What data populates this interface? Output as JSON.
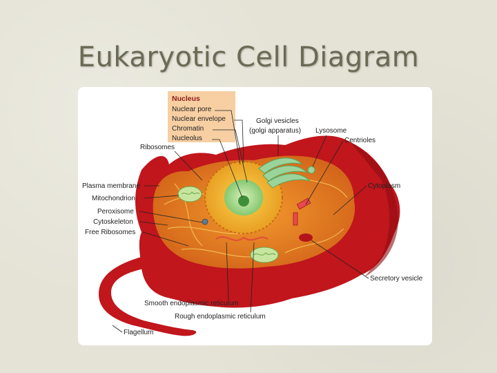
{
  "slide": {
    "title": "Eukaryotic Cell Diagram"
  },
  "diagram": {
    "nucleus_box": {
      "heading": "Nucleus",
      "items": [
        "Nuclear pore",
        "Nuclear envelope",
        "Chromatin",
        "Nucleolus"
      ]
    },
    "labels": {
      "ribosomes": "Ribosomes",
      "golgi_vesicles": "Golgi vesicles",
      "golgi_apparatus": "(golgi apparatus)",
      "lysosome": "Lysosome",
      "centrioles": "Centrioles",
      "plasma_membrane": "Plasma membrane",
      "mitochondrion": "Mitochondrion",
      "peroxisome": "Peroxisome",
      "cytoskeleton": "Cytoskeleton",
      "free_ribosomes": "Free Ribosomes",
      "cytoplasm": "Cytoplasm",
      "secretory_vesicle": "Secretory vesicle",
      "smooth_er": "Smooth endoplasmic reticulum",
      "rough_er": "Rough endoplasmic reticulum",
      "flagellum": "Flagellum"
    },
    "colors": {
      "membrane": "#c0161c",
      "cytoplasm": "#e07a1a",
      "nucleus_box": "#f7cfa3",
      "organelle_green": "#9bd49b"
    }
  }
}
